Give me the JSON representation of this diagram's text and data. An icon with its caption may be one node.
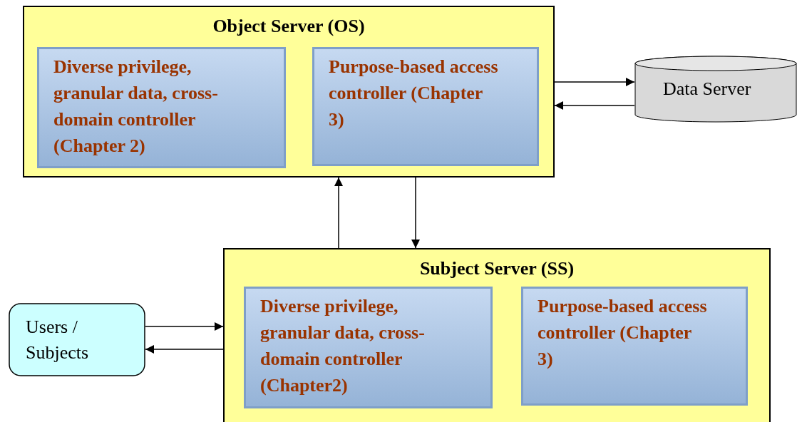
{
  "diagram": {
    "nodes": [
      {
        "text": [
          "Object Server (OS)"
        ]
      },
      {
        "text": [
          "Diverse privilege, granular data, cross-domain controller (Chapter 2)"
        ],
        "in": 0
      },
      {
        "text": [
          "Purpose-based access controller (Chapter 3)"
        ],
        "in": 0
      },
      {
        "text": [
          "Data Server"
        ]
      },
      {
        "text": [
          "Subject Server (SS)"
        ]
      },
      {
        "text": [
          "Diverse privilege, granular data, cross-domain controller (Chapter2)"
        ],
        "in": 4
      },
      {
        "text": [
          "Purpose-based access controller (Chapter 3)"
        ],
        "in": 4
      },
      {
        "text": [
          "Users / Subjects"
        ]
      }
    ],
    "edges": [
      {
        "from": 0,
        "to": 3,
        "arrow": "to"
      },
      {
        "from": 3,
        "to": 0,
        "arrow": "to"
      },
      {
        "from": 4,
        "to": 0,
        "arrow": "to"
      },
      {
        "from": 0,
        "to": 4,
        "arrow": "to"
      },
      {
        "from": 7,
        "to": 4,
        "arrow": "to"
      },
      {
        "from": 4,
        "to": 7,
        "arrow": "to"
      }
    ]
  }
}
